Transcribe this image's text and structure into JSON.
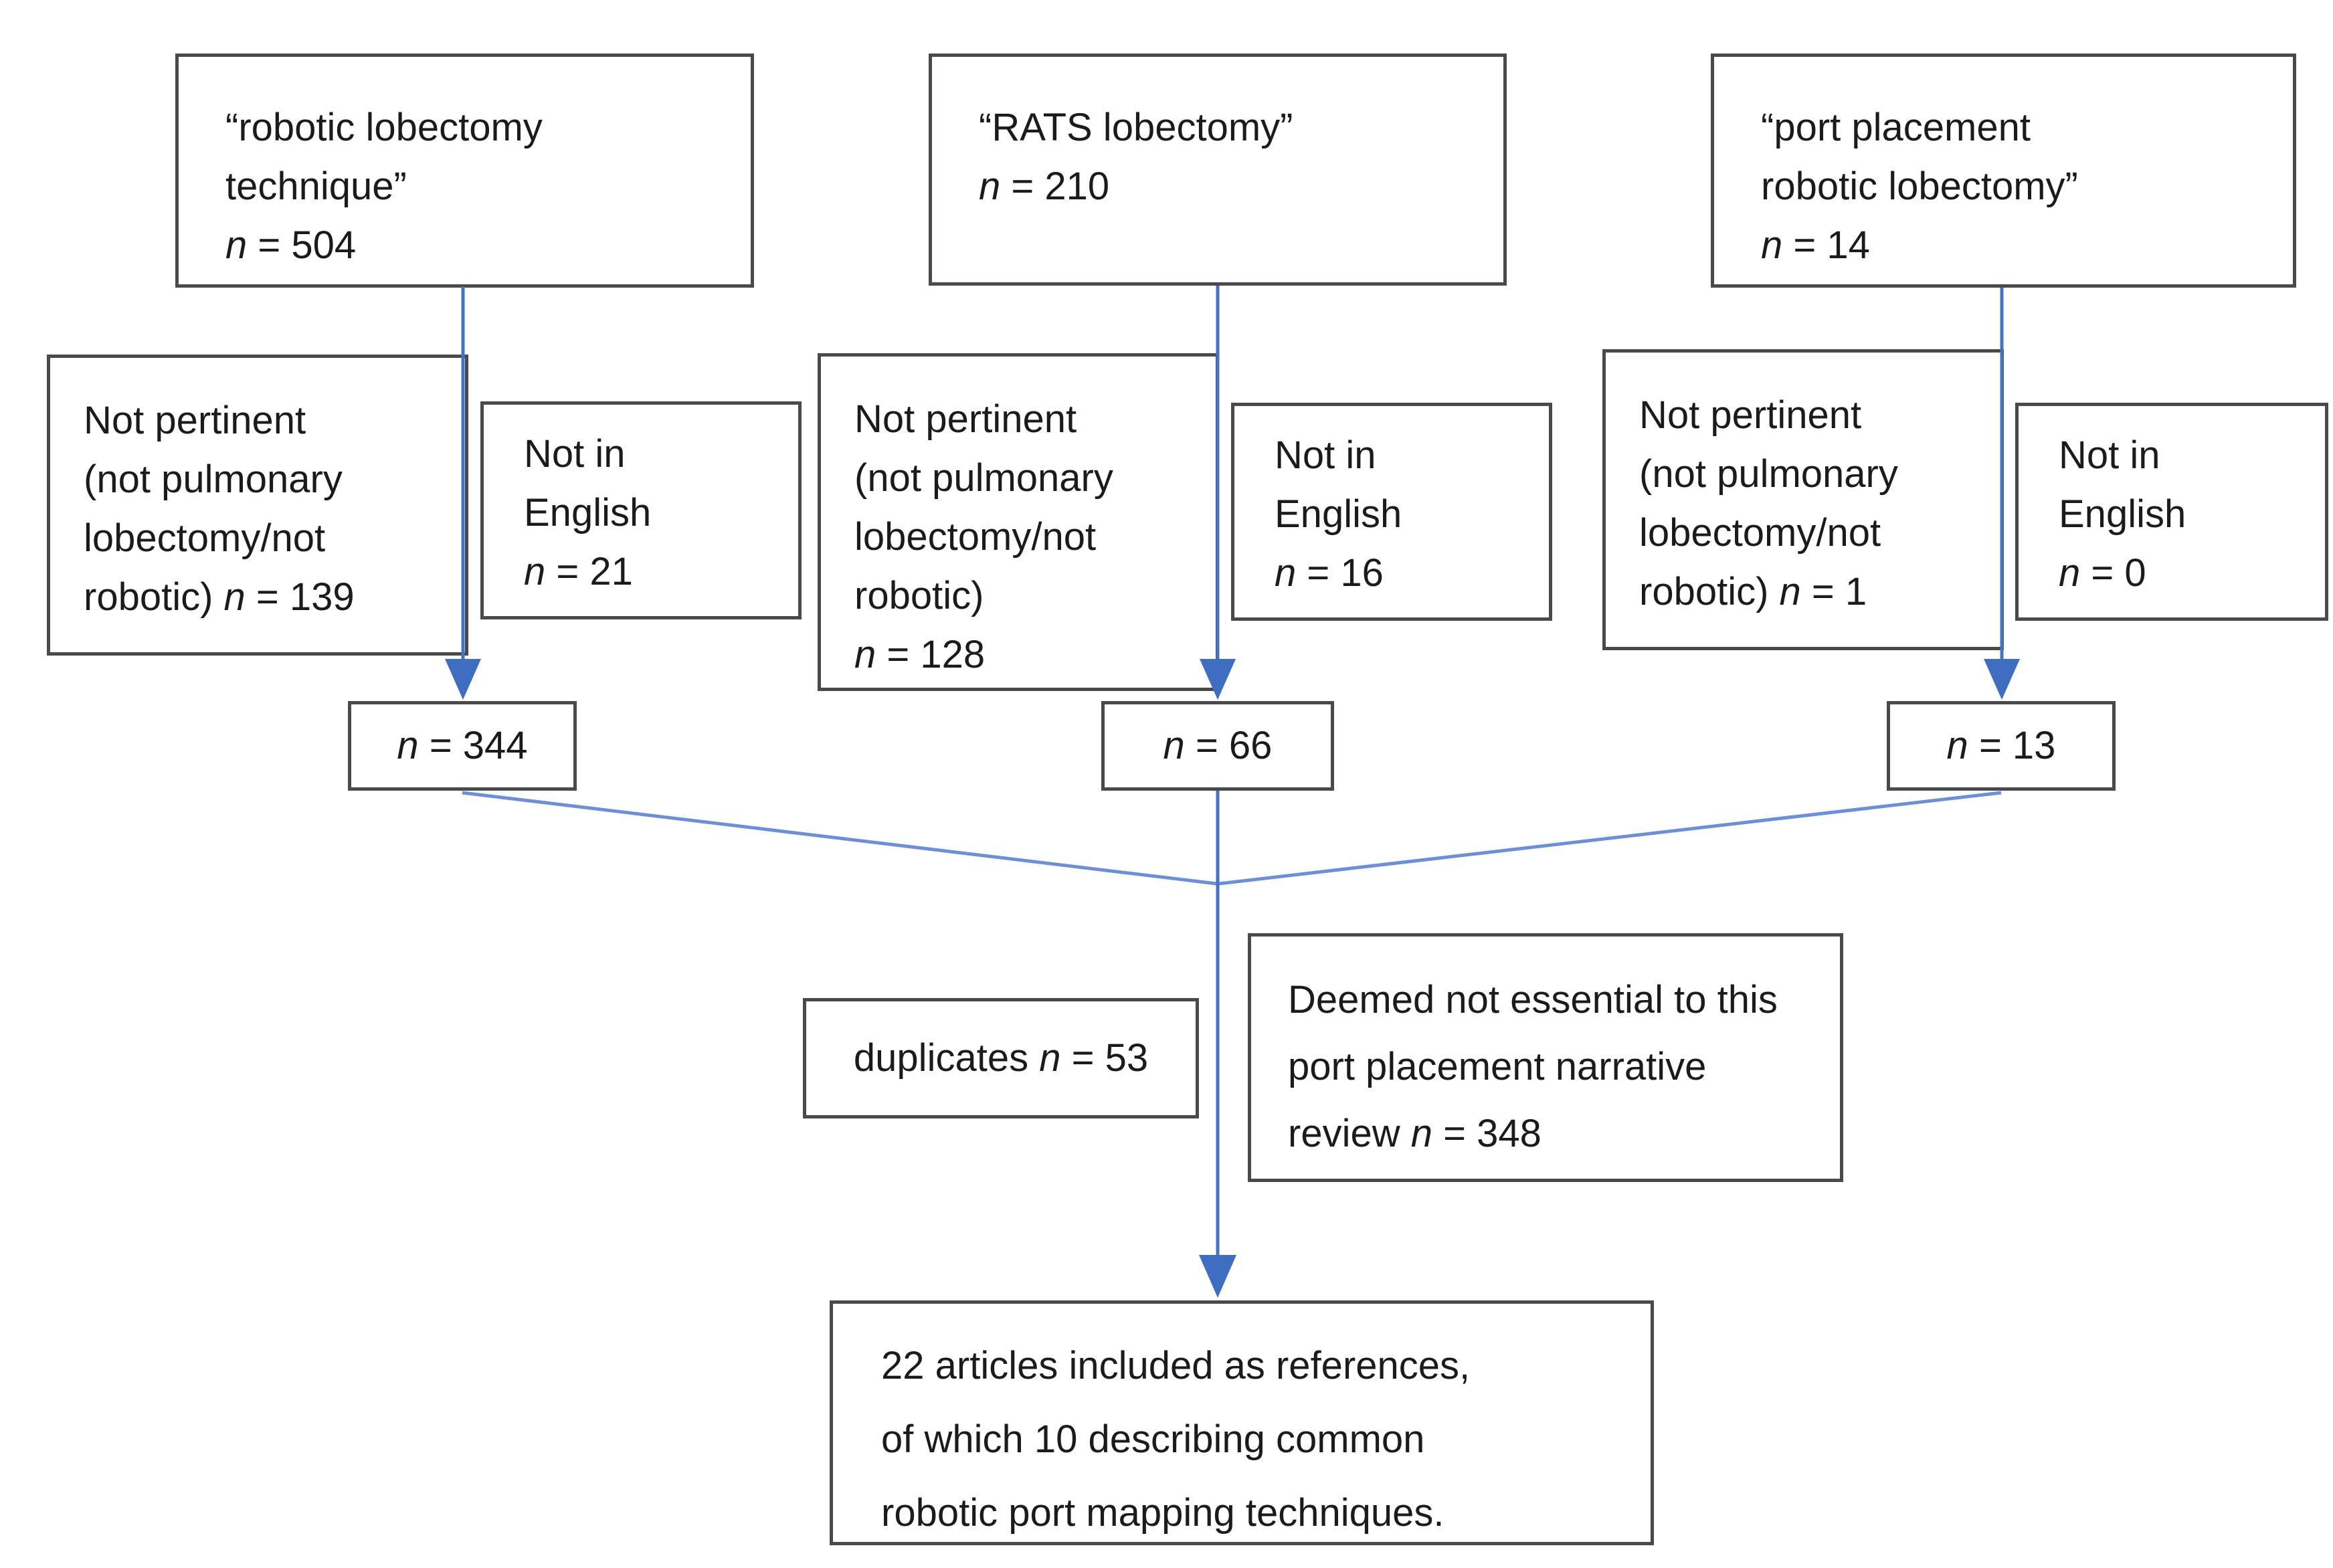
{
  "diagram": {
    "colors": {
      "arrow_blue": "#4472c4",
      "diagonal_blue": "#6e8fd6",
      "arrowhead_blue": "#3f6ec0",
      "box_border_gray": "#4a4a4a",
      "text": "#1b1b1b",
      "background": "#ffffff"
    },
    "search_boxes": [
      {
        "lines": [
          "“robotic lobectomy",
          "technique”"
        ],
        "n_sym": "n",
        "n_val": "= 504"
      },
      {
        "lines": [
          "“RATS lobectomy”"
        ],
        "n_sym": "n",
        "n_val": "= 210"
      },
      {
        "lines": [
          "“port placement",
          "robotic lobectomy”"
        ],
        "n_sym": "n",
        "n_val": "= 14"
      }
    ],
    "not_pertinent": [
      {
        "lines": [
          "Not pertinent",
          "(not pulmonary",
          "lobectomy/not"
        ],
        "tail": "robotic)",
        "n_sym": "n",
        "n_val": "= 139"
      },
      {
        "lines": [
          "Not pertinent",
          "(not pulmonary",
          "lobectomy/not",
          "robotic)"
        ],
        "n_sym": "n",
        "n_val": "= 128"
      },
      {
        "lines": [
          "Not pertinent",
          "(not pulmonary",
          "lobectomy/not"
        ],
        "tail": "robotic)",
        "n_sym": "n",
        "n_val": "= 1"
      }
    ],
    "not_in_english": [
      {
        "lines": [
          "Not in",
          "English"
        ],
        "n_sym": "n",
        "n_val": "= 21"
      },
      {
        "lines": [
          "Not in",
          "English"
        ],
        "n_sym": "n",
        "n_val": "= 16"
      },
      {
        "lines": [
          "Not in",
          "English"
        ],
        "n_sym": "n",
        "n_val": "= 0"
      }
    ],
    "result_boxes": [
      {
        "n_sym": "n",
        "n_val": "= 344"
      },
      {
        "n_sym": "n",
        "n_val": "= 66"
      },
      {
        "n_sym": "n",
        "n_val": "= 13"
      }
    ],
    "duplicates_box": {
      "label": "duplicates",
      "n_sym": "n",
      "n_val": "= 53"
    },
    "deemed_box": {
      "lines": [
        "Deemed not essential to this",
        "port placement narrative"
      ],
      "tail": "review",
      "n_sym": "n",
      "n_val": "= 348"
    },
    "final_box": {
      "lines": [
        "22 articles included as references,",
        "of which 10 describing common",
        "robotic port mapping techniques."
      ]
    }
  }
}
